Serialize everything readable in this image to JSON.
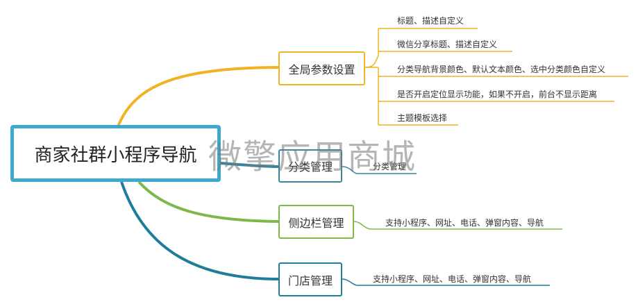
{
  "root": {
    "label": "商家社群小程序导航"
  },
  "watermark": "微擎应用商城",
  "branches": [
    {
      "label": "全局参数设置",
      "color": "#f0b323",
      "leaves": [
        "标题、描述自定义",
        "微信分享标题、描述自定义",
        "分类导航背景颜色、默认文本颜色、选中分类颜色自定义",
        "是否开启定位显示功能，如果不开启，前台不显示距离",
        "主题模板选择"
      ]
    },
    {
      "label": "分类管理",
      "color": "#36879d",
      "leaves": [
        "分类管理"
      ]
    },
    {
      "label": "侧边栏管理",
      "color": "#7cb84a",
      "leaves": [
        "支持小程序、网址、电话、弹窗内容、导航"
      ]
    },
    {
      "label": "门店管理",
      "color": "#1e7d98",
      "leaves": [
        "支持小程序、网址、电话、弹窗内容、导航"
      ]
    }
  ]
}
